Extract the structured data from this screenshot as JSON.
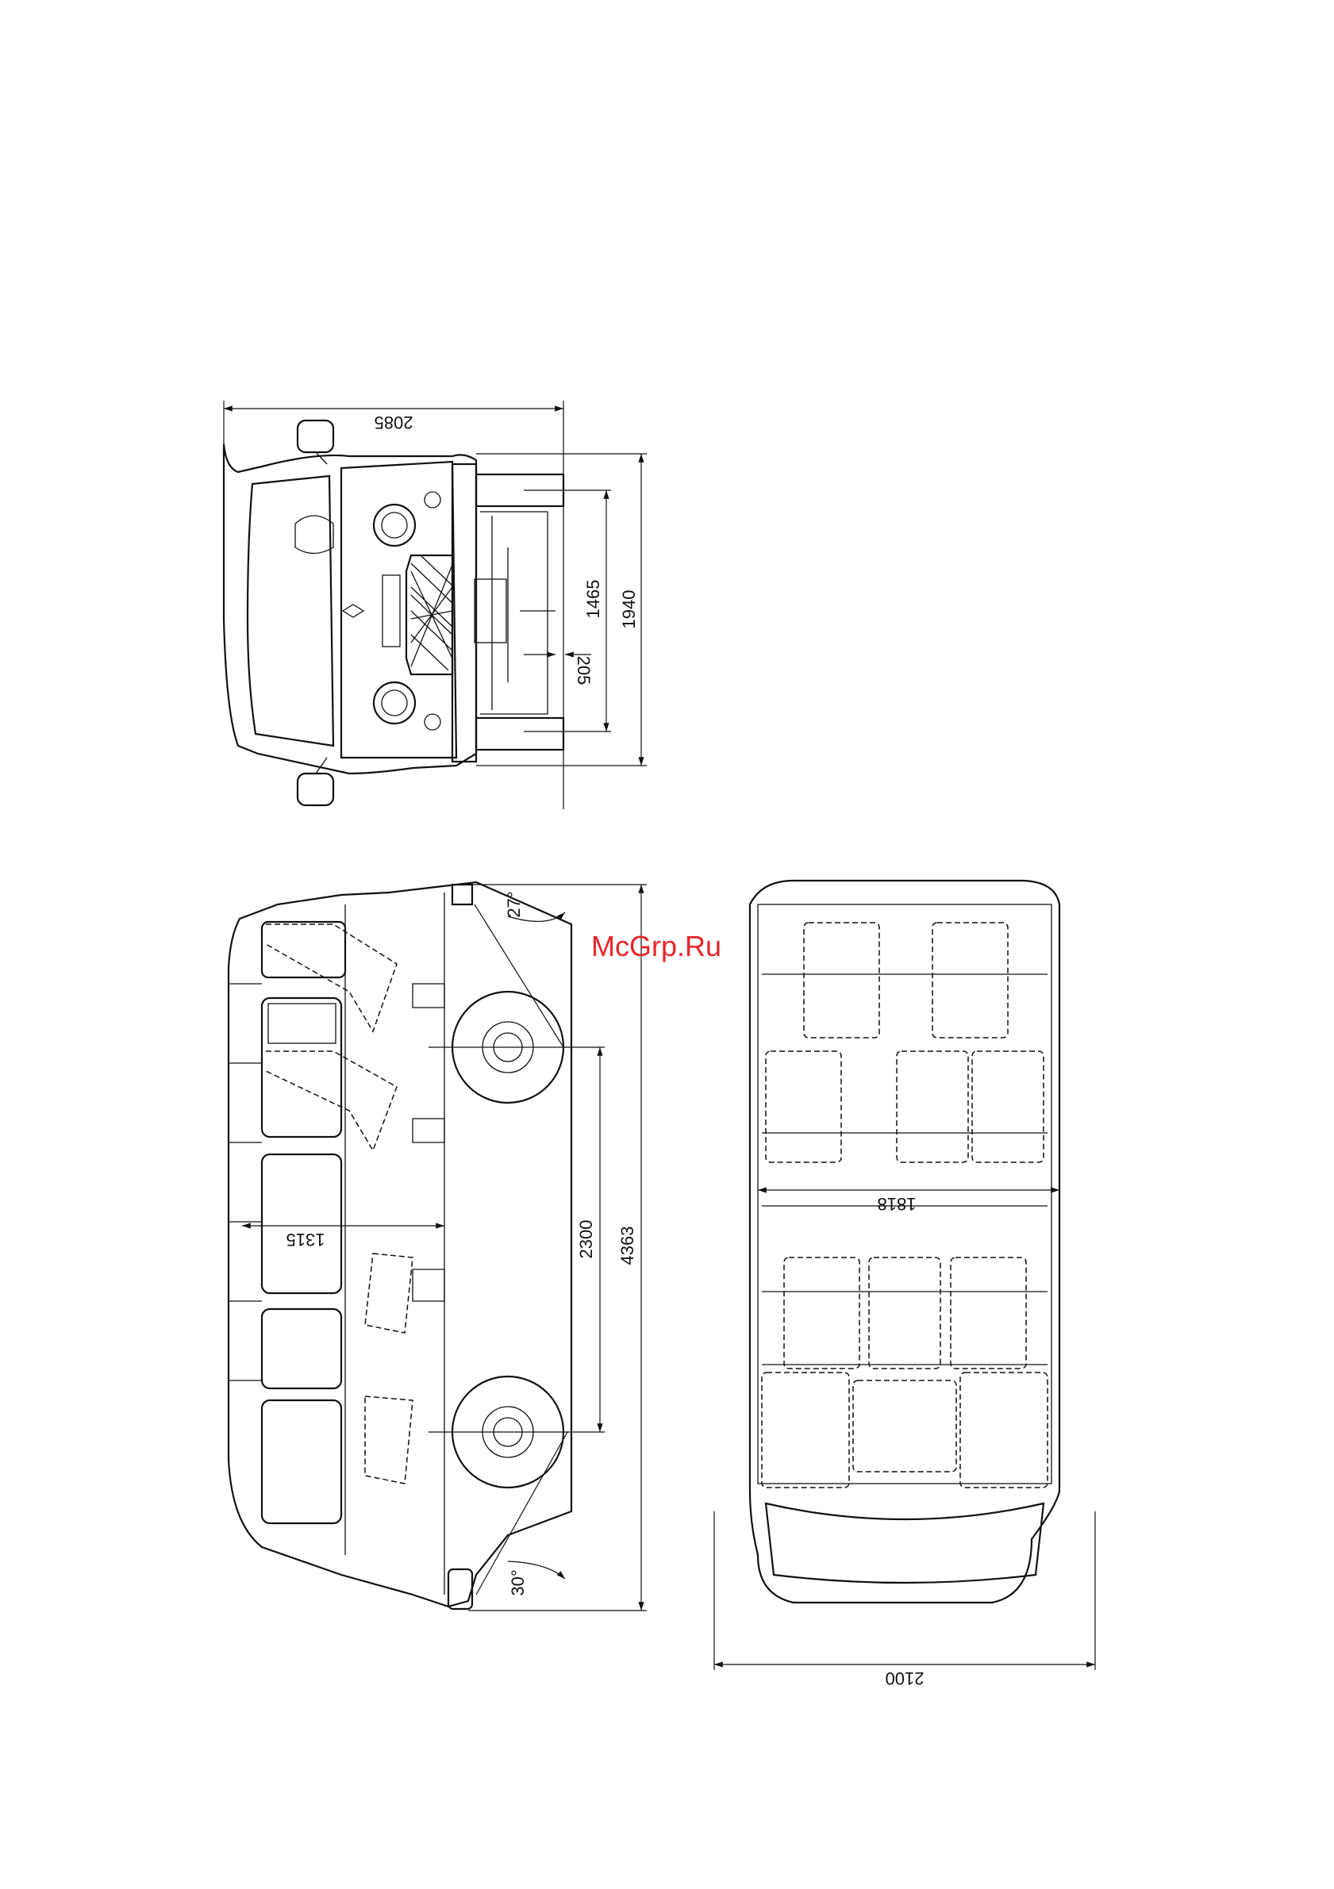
{
  "watermark": "McGrp.Ru",
  "front_view": {
    "width_label": "2085",
    "height_label": "1940",
    "track_label": "1465",
    "clearance_label": "205"
  },
  "side_view": {
    "length_label": "4363",
    "wheelbase_label": "2300",
    "interior_label": "1315",
    "approach_angle_label": "27°",
    "departure_angle_label": "30°"
  },
  "top_view": {
    "inner_width_label": "1818",
    "width_label": "2100"
  },
  "colors": {
    "line": "#111111",
    "watermark": "#e8262a"
  }
}
